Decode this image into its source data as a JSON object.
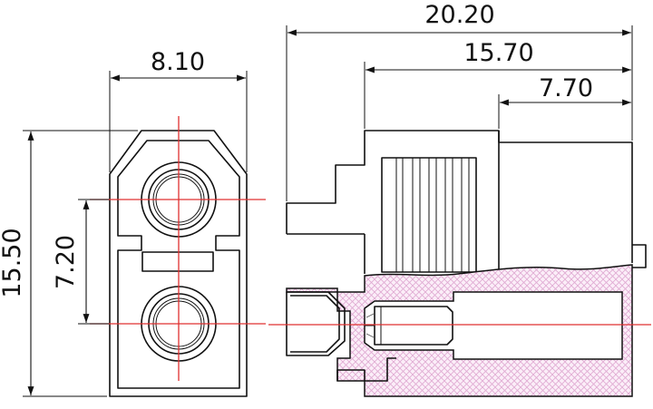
{
  "dimensions": {
    "front_width": "8.10",
    "front_height": "15.50",
    "pin_spacing": "7.20",
    "total_length": "20.20",
    "body_length": "15.70",
    "shroud_length": "7.70"
  },
  "colors": {
    "outline": "#111111",
    "center_line": "#e03030",
    "section_hatch": "#e0a9d2",
    "section_fill": "#fbeef8"
  }
}
